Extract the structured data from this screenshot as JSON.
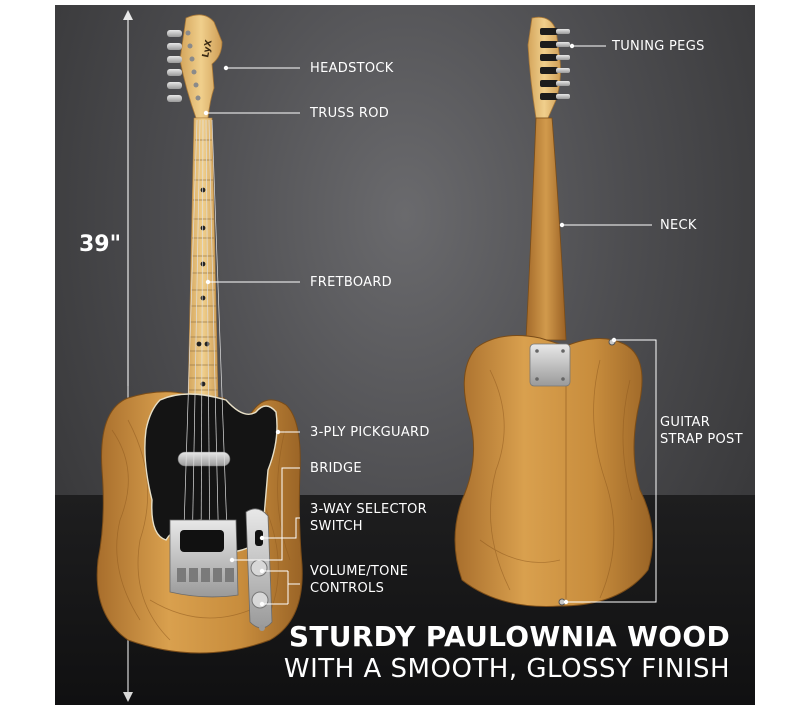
{
  "dimension": "39\"",
  "labels": {
    "headstock": "HEADSTOCK",
    "truss_rod": "TRUSS ROD",
    "fretboard": "FRETBOARD",
    "pickguard": "3-PLY PICKGUARD",
    "bridge": "BRIDGE",
    "selector_switch": "3-WAY SELECTOR\nSWITCH",
    "volume_tone": "VOLUME/TONE\nCONTROLS",
    "tuning_pegs": "TUNING PEGS",
    "neck": "NECK",
    "strap_post": "GUITAR\nSTRAP POST"
  },
  "tagline": {
    "line1": "STURDY PAULOWNIA WOOD",
    "line2": "WITH A SMOOTH, GLOSSY FINISH"
  },
  "colors": {
    "wood": "#c8913f",
    "maple": "#e6c27d",
    "pickguard": "#141414",
    "chrome": "#c9c9c9"
  }
}
